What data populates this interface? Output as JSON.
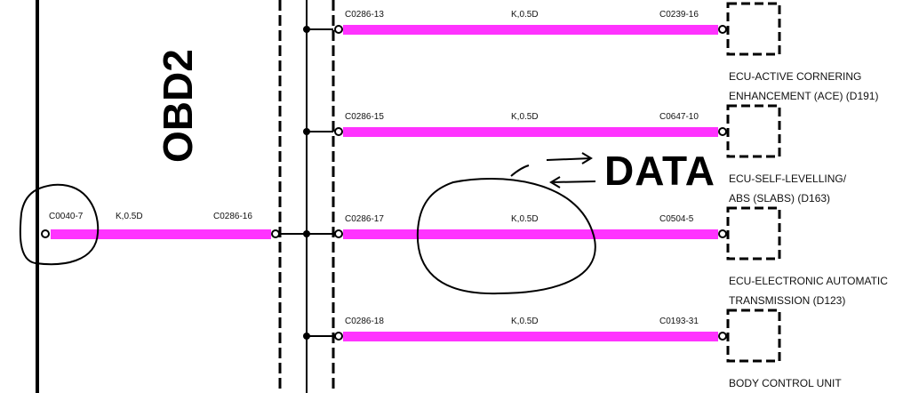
{
  "title": "OBD2",
  "annotation": "DATA",
  "wire_color": "#ff33ff",
  "left_wire": {
    "from": "C0040-7",
    "spec": "K,0.5D",
    "to": "C0286-16"
  },
  "rows": [
    {
      "from": "C0286-13",
      "spec": "K,0.5D",
      "to": "C0239-16",
      "ecu_line1": "ECU-ACTIVE CORNERING",
      "ecu_line2": "ENHANCEMENT (ACE) (D191)"
    },
    {
      "from": "C0286-15",
      "spec": "K,0.5D",
      "to": "C0647-10",
      "ecu_line1": "ECU-SELF-LEVELLING/",
      "ecu_line2": "ABS (SLABS) (D163)"
    },
    {
      "from": "C0286-17",
      "spec": "K,0.5D",
      "to": "C0504-5",
      "ecu_line1": "ECU-ELECTRONIC AUTOMATIC",
      "ecu_line2": "TRANSMISSION (D123)"
    },
    {
      "from": "C0286-18",
      "spec": "K,0.5D",
      "to": "C0193-31",
      "ecu_line1": "BODY CONTROL UNIT",
      "ecu_line2": ""
    }
  ]
}
